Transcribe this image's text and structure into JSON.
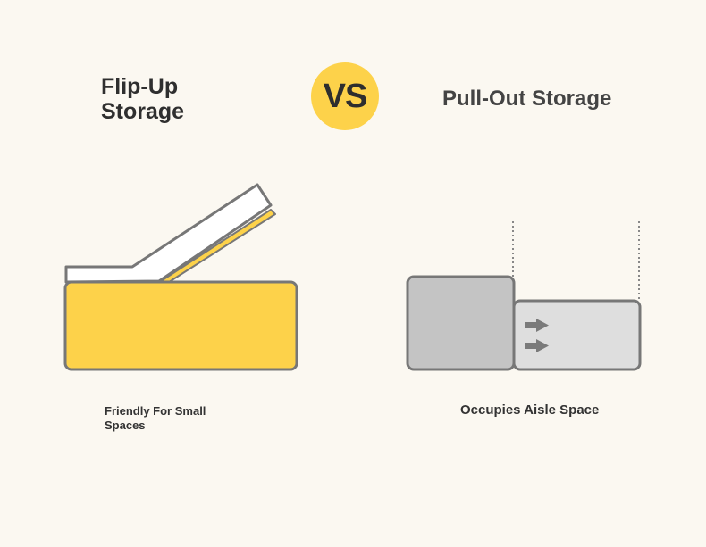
{
  "left": {
    "title": "Flip-Up Storage",
    "caption": "Friendly For Small Spaces"
  },
  "vs": {
    "label": "VS"
  },
  "right": {
    "title": "Pull-Out Storage",
    "caption": "Occupies Aisle Space"
  },
  "colors": {
    "background": "#fbf8f1",
    "accent_yellow": "#fdd24a",
    "outline": "#777777",
    "drawer_fixed": "#c4c4c4",
    "drawer_pulled": "#dedede",
    "arrow": "#7a7a7a"
  }
}
